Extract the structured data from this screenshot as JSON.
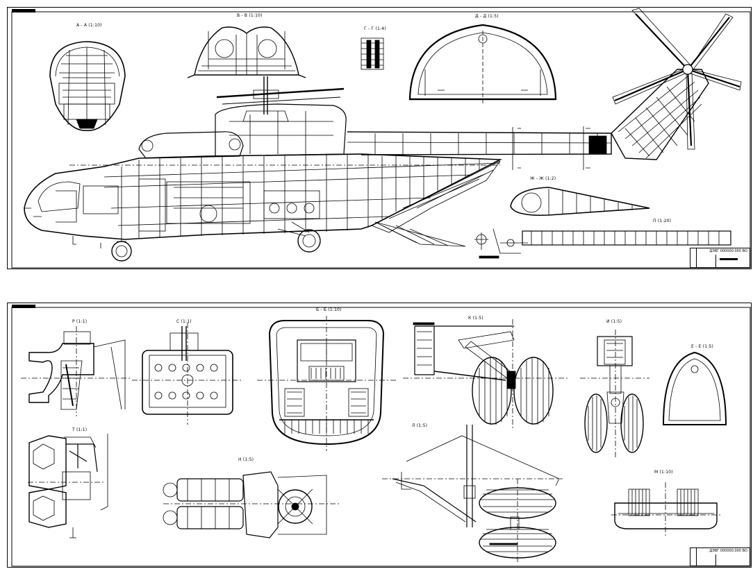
{
  "sheet1": {
    "views": {
      "aa": "А - А (1:10)",
      "vv": "В - В (1:10)",
      "gg": "Г - Г (1:4)",
      "dd": "Д - Д (1:5)",
      "zhzh": "Ж - Ж (1:2)",
      "p": "П (1:20)"
    },
    "stamp_code": "ДЭВГ 000000.000 ВО"
  },
  "sheet2": {
    "views": {
      "r": "Р (1:1)",
      "s": "С (1:1)",
      "bb": "Б - Б (1:10)",
      "k": "К (1:5)",
      "i": "И (1:5)",
      "ee": "Е - Е (1:5)",
      "t": "Т (1:1)",
      "n": "Н (1:5)",
      "l": "Л (1:5)",
      "m": "М (1:10)"
    },
    "stamp_code": "ДЭВГ 000000.000 ВО"
  },
  "colors": {
    "ink": "#000000",
    "paper": "#ffffff"
  }
}
